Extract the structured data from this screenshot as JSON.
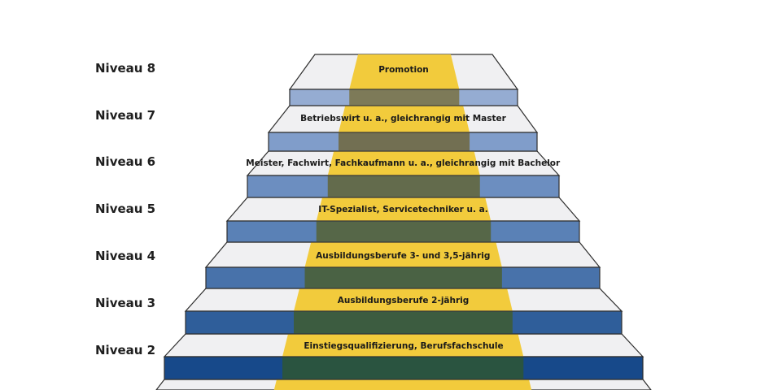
{
  "colors": {
    "tread": "#f0f0f2",
    "outline": "#2e2e2e",
    "path_yellow": "#f2cb3c",
    "riser_colors": [
      "#95acd2",
      "#809dca",
      "#6c8ec0",
      "#5a81b6",
      "#4872aa",
      "#2f5e9a",
      "#17498a",
      "#0d3f80"
    ],
    "riser_shade_colors": [
      "#7d7a58",
      "#726f52",
      "#636b4c",
      "#566748",
      "#4a6244",
      "#3c5c40",
      "#2a5440",
      "#1d4d3a"
    ]
  },
  "steps": [
    {
      "level": "Niveau 8",
      "text": "Promotion"
    },
    {
      "level": "Niveau 7",
      "text": "Betriebswirt u. a., gleichrangig mit Master"
    },
    {
      "level": "Niveau 6",
      "text": "Meister, Fachwirt, Fachkaufmann u. a., gleichrangig mit Bachelor"
    },
    {
      "level": "Niveau 5",
      "text": "IT-Spezialist, Servicetechniker u. a."
    },
    {
      "level": "Niveau 4",
      "text": "Ausbildungsberufe 3- und 3,5-jährig"
    },
    {
      "level": "Niveau 3",
      "text": "Ausbildungsberufe 2-jährig"
    },
    {
      "level": "Niveau 2",
      "text": "Einstiegsqualifizierung, Berufsfachschule"
    }
  ]
}
